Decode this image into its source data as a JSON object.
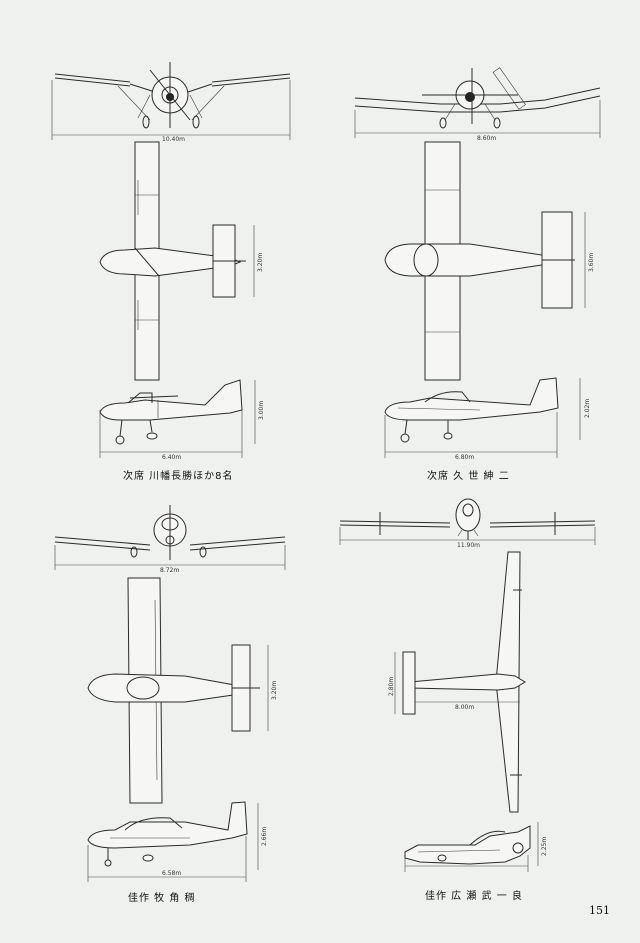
{
  "page_number": "151",
  "entries": [
    {
      "caption": "次席 川幡長勝ほか8名",
      "span": "10.40m",
      "tail_span": "3.20m",
      "length": "6.40m",
      "height": "3.00m"
    },
    {
      "caption": "次席 久 世 紳 二",
      "span": "8.60m",
      "tail_span": "3.60m",
      "length": "6.80m",
      "height": "2.02m"
    },
    {
      "caption": "佳作 牧 角 稠",
      "span": "8.72m",
      "tail_span": "3.20m",
      "length": "6.58m",
      "height": "2.66m"
    },
    {
      "caption": "佳作 広 瀬 武 一 良",
      "span": "11.90m",
      "tail_span": "2.80m",
      "length": "8.00m",
      "height": "2.25m"
    }
  ]
}
